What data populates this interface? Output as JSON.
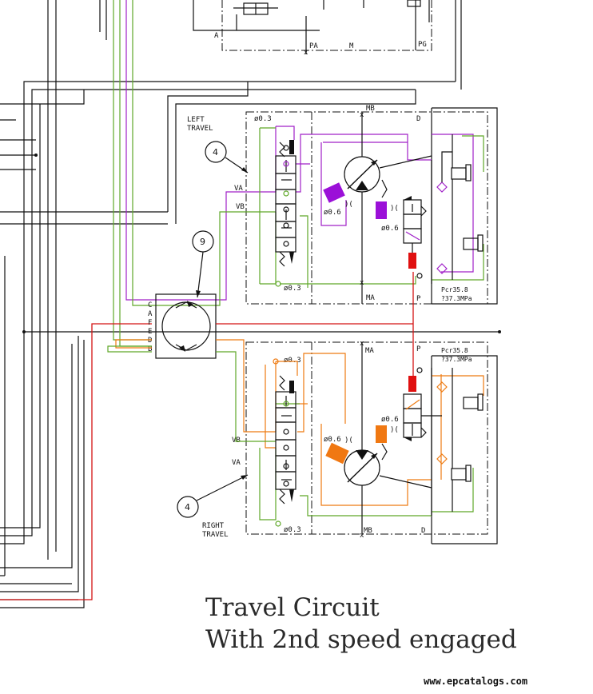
{
  "colors": {
    "line": "#111111",
    "pilot_left": "#a020c8",
    "return": "#5fa828",
    "pilot_right": "#ee7a10",
    "pressure": "#d41414"
  },
  "top_block": {
    "port_a": "A",
    "port_pa": "PA",
    "port_m": "M",
    "port_pg": "PG"
  },
  "left_travel": {
    "label_line1": "LEFT",
    "label_line2": "TRAVEL",
    "orifice_top": "ø0.3",
    "orifice_bottom": "ø0.3",
    "orifice_motor": "ø0.6",
    "orifice_valve": "ø0.6",
    "port_va": "VA",
    "port_vb": "VB",
    "port_mb": "MB",
    "port_ma": "MA",
    "port_d": "D",
    "port_p": "P",
    "pcr_line1": "Pcr35.8",
    "pcr_line2": "?37.3MPa",
    "callout": "4"
  },
  "right_travel": {
    "label_line1": "RIGHT",
    "label_line2": "TRAVEL",
    "orifice_top": "ø0.3",
    "orifice_bottom": "ø0.3",
    "orifice_motor": "ø0.6",
    "orifice_valve": "ø0.6",
    "port_va": "VA",
    "port_vb": "VB",
    "port_mb": "MB",
    "port_ma": "MA",
    "port_d": "D",
    "port_p": "P",
    "pcr_line1": "Pcr35.8",
    "pcr_line2": "?37.3MPa",
    "callout": "4"
  },
  "swivel": {
    "callout": "9",
    "ports": [
      "C",
      "A",
      "F",
      "E",
      "D",
      "B"
    ]
  },
  "caption": {
    "line1": "Travel Circuit",
    "line2": "With 2nd speed engaged"
  },
  "watermark": "www.epcatalogs.com",
  "icons": [
    "swivel-joint-icon",
    "hydraulic-motor-icon",
    "check-valve-icon",
    "relief-valve-icon",
    "spool-valve-icon"
  ]
}
